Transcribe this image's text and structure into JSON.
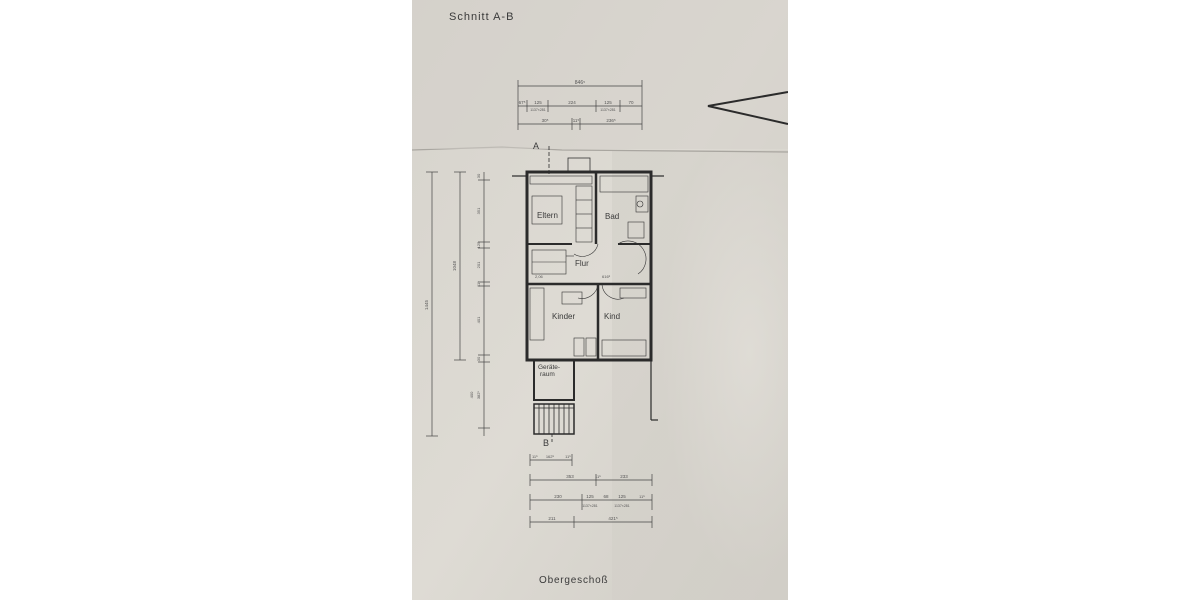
{
  "header": {
    "section_title": "Schnitt  A-B"
  },
  "footer": {
    "floor_title": "Obergeschoß"
  },
  "section_markers": {
    "top": "A",
    "bottom": "B"
  },
  "rooms": {
    "eltern": "Eltern",
    "bad": "Bad",
    "flur": "Flur",
    "kinder": "Kinder",
    "kind": "Kind",
    "geraete_line1": "Geräte-",
    "geraete_line2": "raum"
  },
  "dimensions": {
    "top_overall": "846⁵",
    "top_mid": [
      "67⁵",
      "125",
      "224",
      "125",
      "70"
    ],
    "top_mid_sub": [
      "1137×281",
      "1137×281"
    ],
    "top_low": [
      "30⁵",
      "11⁵",
      "236⁵"
    ],
    "left_overall": "1445",
    "left_mid": "1048",
    "left_inner": [
      "30",
      "351",
      "125",
      "201",
      "11⁵",
      "401",
      "30",
      "400",
      "382⁵"
    ],
    "flur_width": "616⁵",
    "stair_label": "2,06",
    "bottom_row1": [
      "11⁵",
      "162⁵",
      "11⁵"
    ],
    "bottom_row2": [
      "353",
      "11⁵",
      "233"
    ],
    "bottom_row3": [
      "230",
      "125",
      "68",
      "125",
      "11⁵"
    ],
    "bottom_row3_sub": [
      "1137×281",
      "1137×281"
    ],
    "bottom_row4": [
      "211",
      "421⁵"
    ]
  },
  "colors": {
    "paper": "#d9d6cf",
    "ink": "#2b2b2b"
  }
}
